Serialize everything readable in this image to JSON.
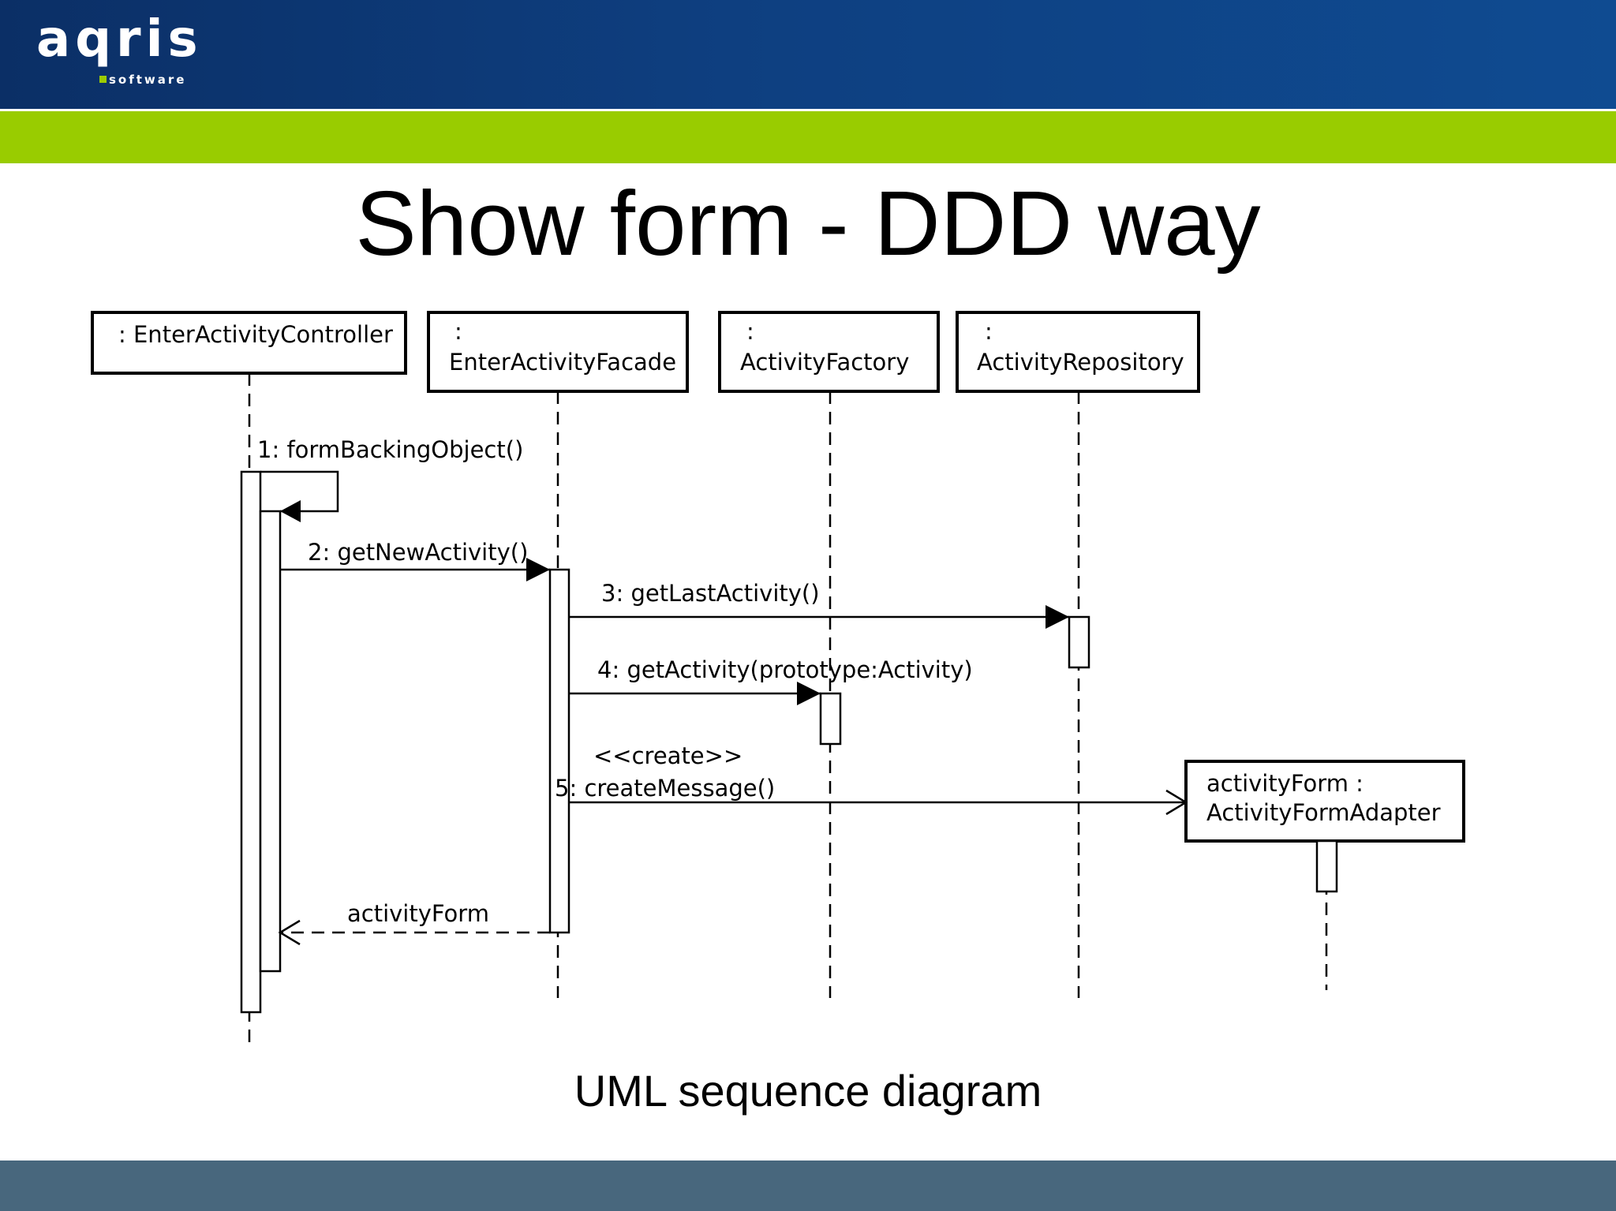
{
  "logo": {
    "name": "aqris",
    "tagline": "software"
  },
  "title": "Show form - DDD way",
  "caption": "UML sequence diagram",
  "colors": {
    "header_blue": "#0e3f80",
    "accent_green": "#99cc00",
    "footer_slate": "#48677d"
  },
  "diagram": {
    "lifelines": [
      {
        "line1": ": EnterActivityController",
        "line2": ""
      },
      {
        "line1": ":",
        "line2": "EnterActivityFacade"
      },
      {
        "line1": ":",
        "line2": "ActivityFactory"
      },
      {
        "line1": ":",
        "line2": "ActivityRepository"
      },
      {
        "line1": "activityForm :",
        "line2": "ActivityFormAdapter"
      }
    ],
    "messages": [
      {
        "label": "1: formBackingObject()"
      },
      {
        "label": "2: getNewActivity()"
      },
      {
        "label": "3: getLastActivity()"
      },
      {
        "label": "4: getActivity(prototype:Activity)"
      },
      {
        "stereotype": "<<create>>",
        "label": "5: createMessage()"
      },
      {
        "label": "activityForm"
      }
    ]
  }
}
